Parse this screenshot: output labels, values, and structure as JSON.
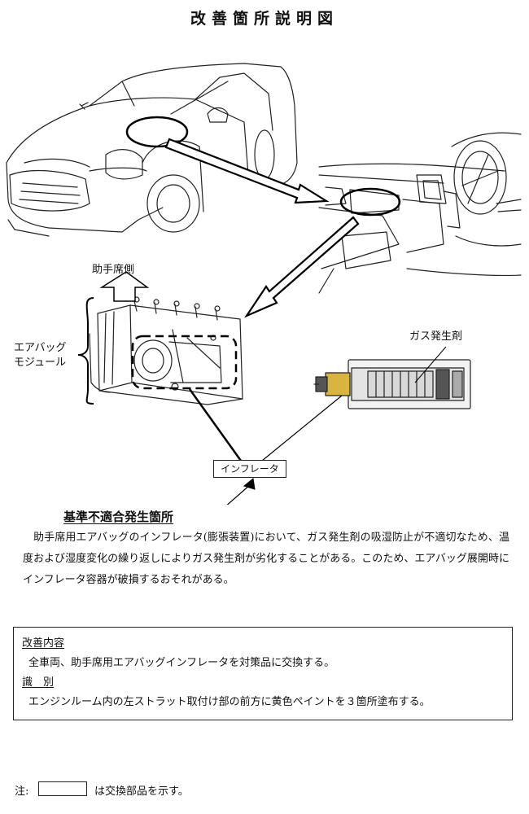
{
  "title": "改善箇所説明図",
  "labels": {
    "passenger_side": "助手席側",
    "module_line1": "エアバッグ",
    "module_line2": "モジュール",
    "gas_generant": "ガス発生剤",
    "inflator": "インフレータ"
  },
  "nonconformity": {
    "heading": "基準不適合発生箇所",
    "body": "助手席用エアバッグのインフレータ(膨張装置)において、ガス発生剤の吸湿防止が不適切なため、温度および湿度変化の繰り返しによりガス発生剤が劣化することがある。このため、エアバッグ展開時にインフレータ容器が破損するおそれがある。"
  },
  "improvement": {
    "heading": "改善内容",
    "text": "全車両、助手席用エアバッグインフレータを対策品に交換する。"
  },
  "identification": {
    "heading": "識　別",
    "text": "エンジンルーム内の左ストラット取付け部の前方に黄色ペイントを３箇所塗布する。"
  },
  "note": {
    "prefix": "注:",
    "text": "は交換部品を示す。"
  }
}
